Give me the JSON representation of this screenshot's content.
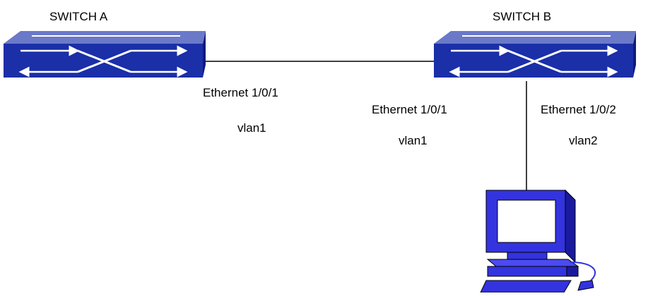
{
  "diagram": {
    "switch_a": {
      "name": "SWITCH A",
      "port": "Ethernet 1/0/1",
      "vlan": "vlan1"
    },
    "switch_b": {
      "name": "SWITCH B",
      "port1": "Ethernet 1/0/1",
      "vlan1": "vlan1",
      "port2": "Ethernet 1/0/2",
      "vlan2": "vlan2"
    },
    "colors": {
      "switch_front": "#1a2fa8",
      "switch_top": "#6b79c9",
      "pc_body": "#3333e0",
      "pc_screen": "#ffffff",
      "link_line": "#000000"
    },
    "icons": [
      "network-switch-icon",
      "computer-icon"
    ]
  }
}
